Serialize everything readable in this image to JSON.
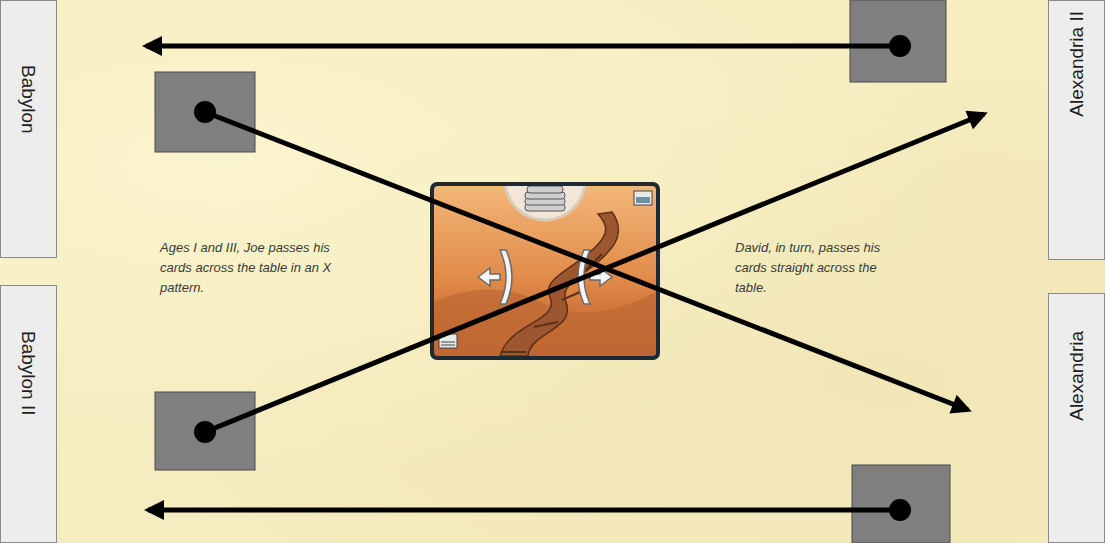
{
  "diagram": {
    "nodes": [
      {
        "text": [
          "Babylon"
        ]
      },
      {
        "text": [
          "Alexandria II"
        ]
      },
      {
        "text": [
          "Babylon II"
        ]
      },
      {
        "text": [
          "Alexandria"
        ]
      }
    ],
    "labels": [
      "Ages I and III, Joe passes his cards across the table in an X pattern.",
      "David, in turn, passes his cards straight across the table."
    ]
  }
}
